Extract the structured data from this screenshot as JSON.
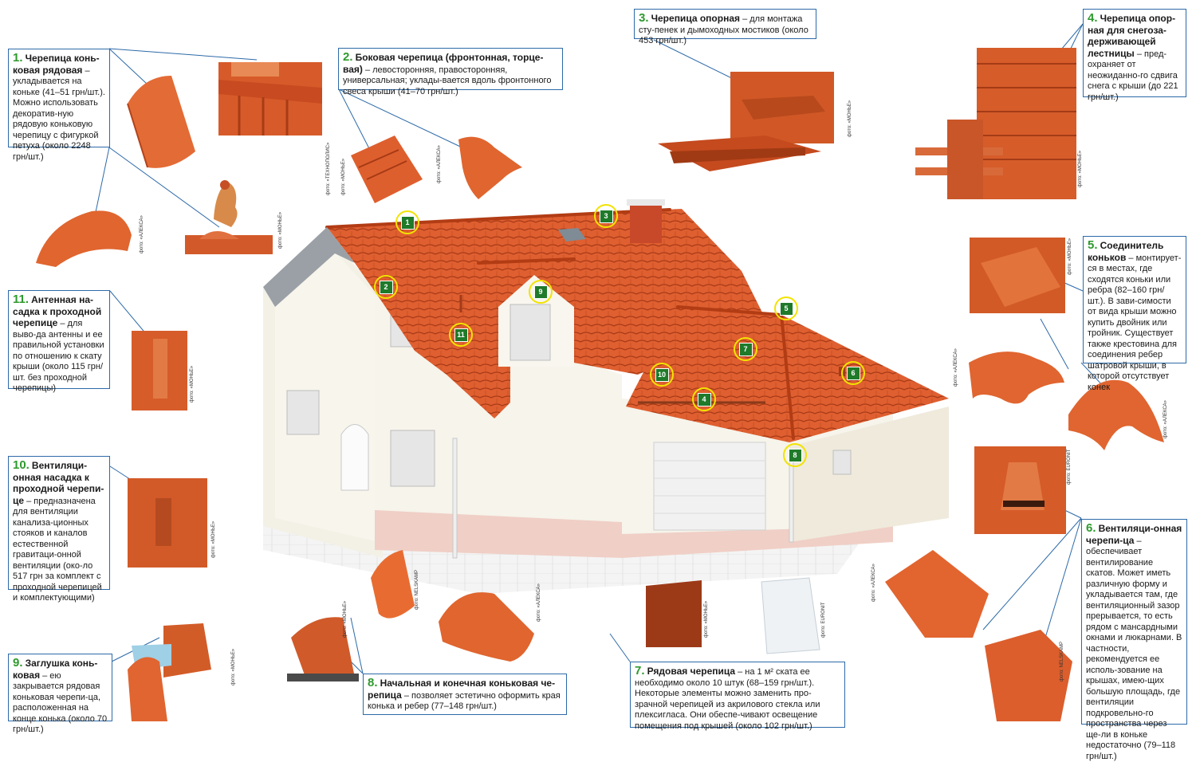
{
  "diagram": {
    "callouts": [
      {
        "id": "c1",
        "num": "1.",
        "title": "Черепица конь-ковая рядовая",
        "desc": " – укладывается на коньке (41–51 грн/шт.). Можно использовать декоратив-ную рядовую коньковую черепицу с фигуркой петуха (около 2248 грн/шт.)"
      },
      {
        "id": "c2",
        "num": "2.",
        "title": "Боковая черепица (фронтонная, торце-вая)",
        "desc": " – левосторонняя, правосторонняя, универсальная; уклады-вается вдоль фронтонного свеса крыши (41–70 грн/шт.)"
      },
      {
        "id": "c3",
        "num": "3.",
        "title": "Черепица опорная",
        "desc": " – для монтажа сту-пенек и дымоходных мостиков (около 453 грн/шт.)"
      },
      {
        "id": "c4",
        "num": "4.",
        "title": "Черепица опор-ная для снегоза-держивающей лестницы",
        "desc": " – пред-охраняет от неожиданно-го сдвига снега с крыши (до 221 грн/шт.)"
      },
      {
        "id": "c5",
        "num": "5.",
        "title": "Соединитель коньков",
        "desc": " – монтирует-ся в местах, где сходятся коньки или ребра (82–160 грн/шт.). В зави-симости от вида крыши можно купить двойник или тройник. Существует также крестовина для соединения ребер шатровой крыши, в которой отсутствует конек"
      },
      {
        "id": "c6",
        "num": "6.",
        "title": "Вентиляци-онная черепи-ца",
        "desc": " – обеспечивает вентилирование скатов. Может иметь различную форму и укладывается там, где вентиляционный зазор прерывается, то есть рядом с мансардными окнами и люкарнами. В частности, рекомендуется ее исполь-зование на крышах, имею-щих большую площадь, где вентиляции подкровельно-го пространства через ще-ли в коньке недостаточно (79–118 грн/шт.)"
      },
      {
        "id": "c7",
        "num": "7.",
        "title": "Рядовая черепица",
        "desc": " – на 1 м² ската ее необходимо около 10 штук (68–159 грн/шт.). Некоторые элементы можно заменить про-зрачной черепицей из акрилового стекла или плексигласа. Они обеспе-чивают освещение помещения под крышей (около 102 грн/шт.)"
      },
      {
        "id": "c8",
        "num": "8.",
        "title": "Начальная и конечная коньковая че-репица",
        "desc": " – позволяет эстетично оформить края конька и ребер (77–148 грн/шт.)"
      },
      {
        "id": "c9",
        "num": "9.",
        "title": "Заглушка конь-ковая",
        "desc": " – ею закрывается рядовая коньковая черепи-ца, расположенная на конце конька (около 70 грн/шт.)"
      },
      {
        "id": "c10",
        "num": "10.",
        "title": "Вентиляци-онная насадка к проходной черепи-це",
        "desc": " – предназначена для вентиляции канализа-ционных стояков и каналов естественной гравитаци-онной вентиляции (око-ло 517 грн за комплект с проходной черепицей и комплектующими)"
      },
      {
        "id": "c11",
        "num": "11.",
        "title": "Антенная на-садка к проходной черепице",
        "desc": " – для выво-да антенны и ее правильной установки по отношению к скату крыши (около 115 грн/шт. без проходной черепицы)"
      }
    ],
    "markers": [
      "1",
      "2",
      "3",
      "4",
      "5",
      "6",
      "7",
      "8",
      "9",
      "10",
      "11"
    ],
    "credits": {
      "tehnopolis": "фото: «ТЕХНОПОЛИС»",
      "monier": "фото: «МОНЬЕ»",
      "aleks": "фото: «АЛЕКСА»",
      "nelskamp": "фото: NELSKAMP",
      "euronit": "фото: EURONIT"
    },
    "colors": {
      "border": "#2d6aa8",
      "number": "#2e9a2e",
      "tile": "#e0602e",
      "marker_ring": "#f2e300",
      "marker_fill": "#1f7a2a"
    }
  }
}
